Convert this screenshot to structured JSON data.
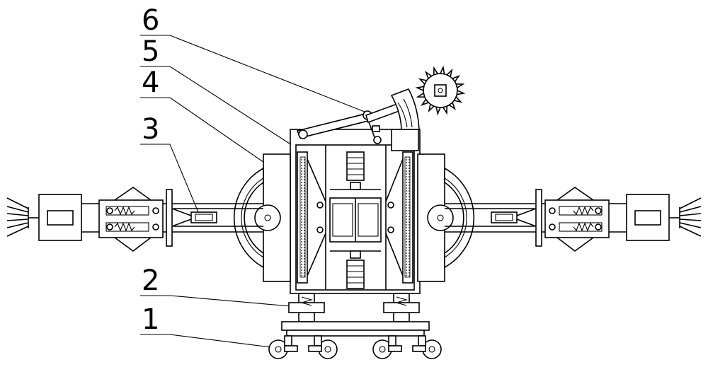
{
  "callouts": [
    {
      "id": "1",
      "label": "1"
    },
    {
      "id": "2",
      "label": "2"
    },
    {
      "id": "3",
      "label": "3"
    },
    {
      "id": "4",
      "label": "4"
    },
    {
      "id": "5",
      "label": "5"
    },
    {
      "id": "6",
      "label": "6"
    }
  ],
  "colors": {
    "stroke": "#000000",
    "background": "#ffffff"
  }
}
